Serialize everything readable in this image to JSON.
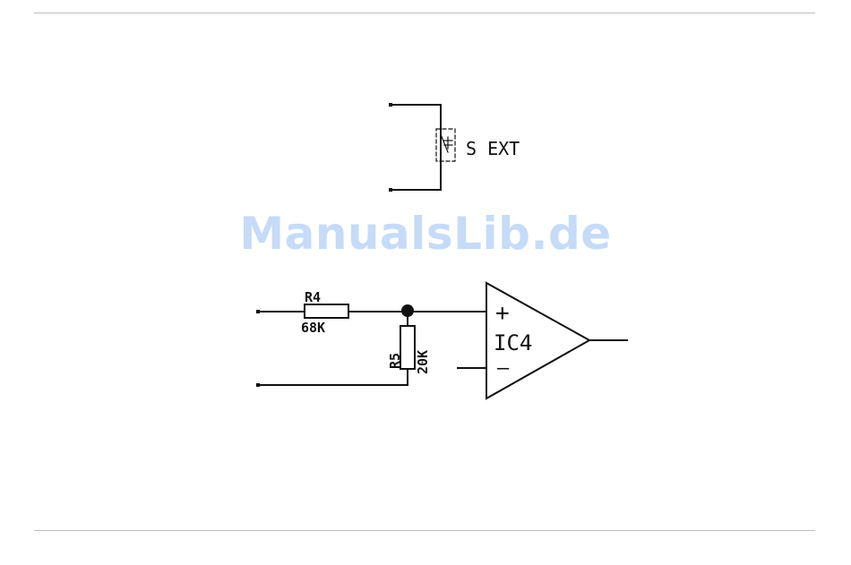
{
  "switch": {
    "label": "S EXT"
  },
  "resistor_r4": {
    "ref": "R4",
    "value": "68K"
  },
  "resistor_r5": {
    "ref": "R5",
    "value": "20K"
  },
  "opamp": {
    "ref": "IC4",
    "plus": "+",
    "minus": "–"
  },
  "watermark": {
    "text": "ManualsLib.de"
  },
  "colors": {
    "line": "#111111",
    "rule": "#bdbdbd",
    "watermark": "#96bef0"
  }
}
